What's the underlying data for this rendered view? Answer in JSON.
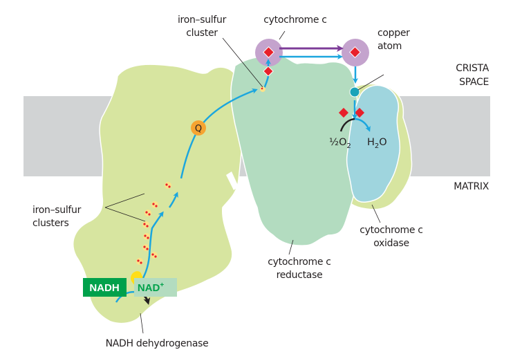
{
  "diagram": {
    "title": "Mitochondrial electron-transport chain",
    "regions": {
      "crista_space_line1": "CRISTA",
      "crista_space_line2": "SPACE",
      "matrix": "MATRIX"
    },
    "complexes": {
      "nadh_dehydrogenase": "NADH dehydrogenase",
      "reductase_line1": "cytochrome c",
      "reductase_line2": "reductase",
      "oxidase_line1": "cytochrome c",
      "oxidase_line2": "oxidase"
    },
    "labels": {
      "iron_sulfur_cluster_line1": "iron–sulfur",
      "iron_sulfur_cluster_line2": "cluster",
      "iron_sulfur_clusters_line1": "iron–sulfur",
      "iron_sulfur_clusters_line2": "clusters",
      "cytochrome_c": "cytochrome c",
      "copper_line1": "copper",
      "copper_line2": "atom"
    },
    "molecules": {
      "nadh": "NADH",
      "nad_plus": "NAD",
      "nad_plus_sup": "+",
      "quinone": "Q",
      "half": "½",
      "o": "O",
      "o_sub": "2",
      "h": "H",
      "h_sub": "2",
      "water_o": "O"
    },
    "colors": {
      "membrane": "#d1d3d4",
      "nadh_dehydrogenase": "#d7e5a0",
      "reductase": "#b3dcc0",
      "oxidase": "#9fd5de",
      "oxidase_outer": "#d7e5a0",
      "cytochrome_c": "#c4a3cd",
      "heme": "#e8202a",
      "electron_path": "#1ba6de",
      "cyt_c_transfer": "#7d3c98",
      "quinone": "#f6a431",
      "copper": "#1aa3b8",
      "nadh_box": "#00a14b",
      "nad_box": "#b3dcc0"
    }
  }
}
